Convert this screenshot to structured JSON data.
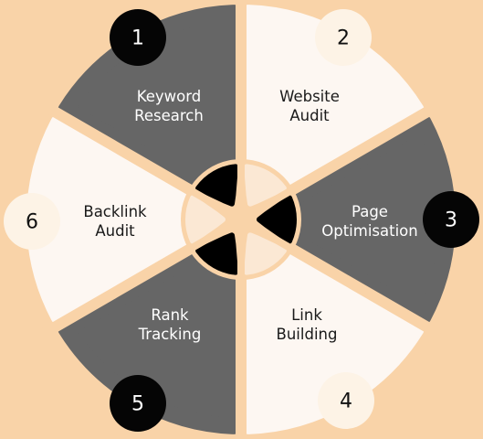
{
  "colors": {
    "background": "#f9d3a8",
    "dark_segment": "#666666",
    "light_segment": "#fdf7f2",
    "dark_badge": "#050505",
    "light_badge": "#fdf3e6",
    "inner_dark": "#000000",
    "inner_light": "#fbe8d4",
    "text_on_dark": "#ffffff",
    "text_on_light": "#1a1a1a"
  },
  "steps": [
    {
      "number": "1",
      "line1": "Keyword",
      "line2": "Research",
      "tone": "dark"
    },
    {
      "number": "2",
      "line1": "Website",
      "line2": "Audit",
      "tone": "light"
    },
    {
      "number": "3",
      "line1": "Page",
      "line2": "Optimisation",
      "tone": "dark"
    },
    {
      "number": "4",
      "line1": "Link",
      "line2": "Building",
      "tone": "light"
    },
    {
      "number": "5",
      "line1": "Rank",
      "line2": "Tracking",
      "tone": "dark"
    },
    {
      "number": "6",
      "line1": "Backlink",
      "line2": "Audit",
      "tone": "light"
    }
  ]
}
